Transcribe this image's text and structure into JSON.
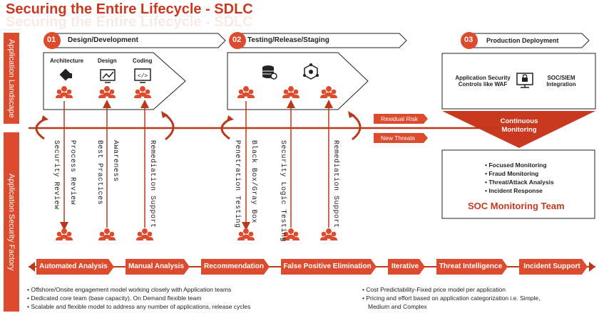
{
  "title": "Securing the Entire Lifecycle - SDLC",
  "side_labels": {
    "landscape": "Application Landscape",
    "factory": "Application Security Factory"
  },
  "phases": [
    {
      "number": "01",
      "label": "Design/Development"
    },
    {
      "number": "02",
      "label": "Testing/Release/Staging"
    },
    {
      "number": "03",
      "label": "Production Deployment"
    }
  ],
  "phase1_items": [
    "Architecture",
    "Design",
    "Coding"
  ],
  "production": {
    "controls": "Application Security Controls like WAF",
    "siem": "SOC/SIEM Integration",
    "monitoring": "Continuous Monitoring"
  },
  "signals": {
    "residual_risk": "Residual Risk",
    "new_threats": "New Threats"
  },
  "vertical_labels": [
    "Security Review",
    "Process Review",
    "Best Practices",
    "Awareness",
    "Remediation Support",
    "Penetration Testing",
    "Black Box/Gray Box",
    "Security Logic Testing",
    "Remediation Support"
  ],
  "soc": {
    "items": [
      "Focused Monitoring",
      "Fraud Monitoring",
      "Threat/Attack Analysis",
      "Incident Response"
    ],
    "team": "SOC Monitoring Team"
  },
  "services": [
    "Automated Analysis",
    "Manual Analysis",
    "Recommendation",
    "False Positive Elimination",
    "Iterative",
    "Threat Intelligence",
    "Incident Support"
  ],
  "bullets_left": [
    "Offshore/Onsite engagement model working closely with Application teams",
    "Dedicated core team (base capacity), On Demand flexible team",
    "Scalable and flexible model to address any number of applications, release cycles"
  ],
  "bullets_right": [
    "Cost Predictability-Fixed price model per application",
    "Pricing and effort based on application categorization i.e. Simple,",
    "Medium and Complex"
  ],
  "colors": {
    "primary": "#dc4b2e",
    "dark": "#b83a1a",
    "title": "#c8391f"
  }
}
